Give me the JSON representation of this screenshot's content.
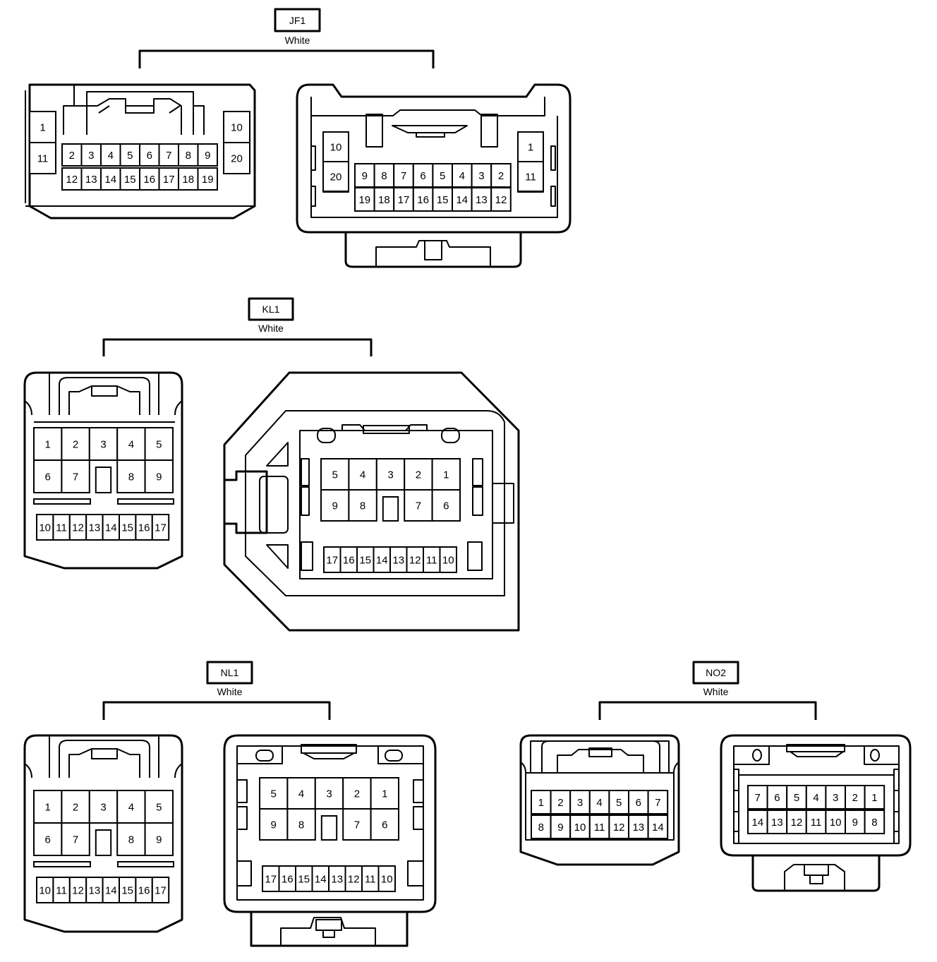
{
  "connectors": [
    {
      "id": "JF1",
      "code": "JF1",
      "color": "White"
    },
    {
      "id": "KL1",
      "code": "KL1",
      "color": "White"
    },
    {
      "id": "NL1",
      "code": "NL1",
      "color": "White"
    },
    {
      "id": "NO2",
      "code": "NO2",
      "color": "White"
    }
  ],
  "pins": {
    "jf1_male": {
      "left": [
        "1",
        "11"
      ],
      "right": [
        "10",
        "20"
      ],
      "top": [
        "2",
        "3",
        "4",
        "5",
        "6",
        "7",
        "8",
        "9"
      ],
      "bottom": [
        "12",
        "13",
        "14",
        "15",
        "16",
        "17",
        "18",
        "19"
      ]
    },
    "jf1_female": {
      "left": [
        "10",
        "20"
      ],
      "right": [
        "1",
        "11"
      ],
      "top": [
        "9",
        "8",
        "7",
        "6",
        "5",
        "4",
        "3",
        "2"
      ],
      "bottom": [
        "19",
        "18",
        "17",
        "16",
        "15",
        "14",
        "13",
        "12"
      ]
    },
    "kl1_male": {
      "row1": [
        "1",
        "2",
        "3",
        "4",
        "5"
      ],
      "row2": [
        "6",
        "7",
        "",
        "8",
        "9"
      ],
      "row3": [
        "10",
        "11",
        "12",
        "13",
        "14",
        "15",
        "16",
        "17"
      ]
    },
    "kl1_female": {
      "row1": [
        "5",
        "4",
        "3",
        "2",
        "1"
      ],
      "row2": [
        "9",
        "8",
        "",
        "7",
        "6"
      ],
      "row3": [
        "17",
        "16",
        "15",
        "14",
        "13",
        "12",
        "11",
        "10"
      ]
    },
    "nl1_male": {
      "row1": [
        "1",
        "2",
        "3",
        "4",
        "5"
      ],
      "row2": [
        "6",
        "7",
        "",
        "8",
        "9"
      ],
      "row3": [
        "10",
        "11",
        "12",
        "13",
        "14",
        "15",
        "16",
        "17"
      ]
    },
    "nl1_female": {
      "row1": [
        "5",
        "4",
        "3",
        "2",
        "1"
      ],
      "row2": [
        "9",
        "8",
        "",
        "7",
        "6"
      ],
      "row3": [
        "17",
        "16",
        "15",
        "14",
        "13",
        "12",
        "11",
        "10"
      ]
    },
    "no2_male": {
      "row1": [
        "1",
        "2",
        "3",
        "4",
        "5",
        "6",
        "7"
      ],
      "row2": [
        "8",
        "9",
        "10",
        "11",
        "12",
        "13",
        "14"
      ]
    },
    "no2_female": {
      "row1": [
        "7",
        "6",
        "5",
        "4",
        "3",
        "2",
        "1"
      ],
      "row2": [
        "14",
        "13",
        "12",
        "11",
        "10",
        "9",
        "8"
      ]
    }
  }
}
